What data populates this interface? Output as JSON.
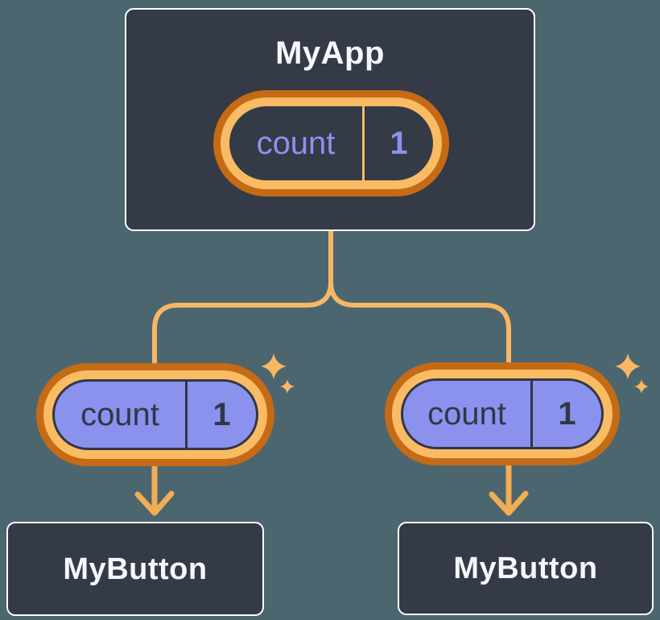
{
  "tree": {
    "root": {
      "title": "MyApp",
      "state": {
        "key": "count",
        "value": "1"
      }
    },
    "children": [
      {
        "title": "MyButton",
        "state": {
          "key": "count",
          "value": "1"
        }
      },
      {
        "title": "MyButton",
        "state": {
          "key": "count",
          "value": "1"
        }
      }
    ]
  },
  "icons": {
    "sparkle": "four-point star sparkle",
    "arrow": "downward chevron arrow"
  },
  "colors": {
    "background": "#4c6670",
    "node_fill": "#343a46",
    "node_border": "#ffffff",
    "node_title_text": "#f5f7fa",
    "accent_orange_dark": "#c56a15",
    "accent_orange_light": "#f8b763",
    "state_lavender": "#8b92ee",
    "state_dark_text": "#313745"
  }
}
